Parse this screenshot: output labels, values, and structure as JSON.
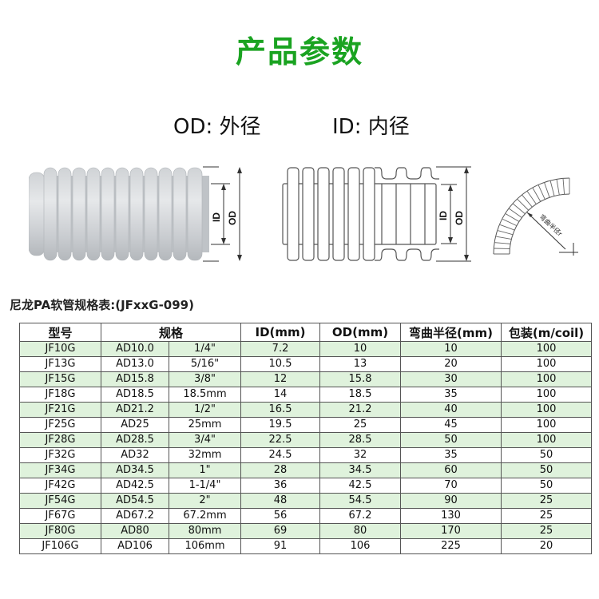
{
  "header": {
    "title": "产品参数",
    "title_color": "#1aa321",
    "od_legend": "OD: 外径",
    "id_legend": "ID: 内径"
  },
  "figures": {
    "solid_pipe": {
      "id_label": "ID",
      "od_label": "OD"
    },
    "section_pipe": {
      "id_label": "ID",
      "od_label": "OD"
    },
    "bend_pipe": {
      "radius_label": "弯曲半径r"
    }
  },
  "table": {
    "caption": "尼龙PA软管规格表:(JFxxG-099)",
    "shade_color": "#dff2dc",
    "headers": {
      "model": "型号",
      "spec": "规格",
      "id": "ID(mm)",
      "od": "OD(mm)",
      "bend_radius": "弯曲半径(mm)",
      "package": "包装(m/coil)"
    },
    "rows": [
      {
        "model": "JF10G",
        "ad": "AD10.0",
        "size": "1/4\"",
        "id": "7.2",
        "od": "10",
        "bend": "10",
        "pack": "100"
      },
      {
        "model": "JF13G",
        "ad": "AD13.0",
        "size": "5/16\"",
        "id": "10.5",
        "od": "13",
        "bend": "20",
        "pack": "100"
      },
      {
        "model": "JF15G",
        "ad": "AD15.8",
        "size": "3/8\"",
        "id": "12",
        "od": "15.8",
        "bend": "30",
        "pack": "100"
      },
      {
        "model": "JF18G",
        "ad": "AD18.5",
        "size": "18.5mm",
        "id": "14",
        "od": "18.5",
        "bend": "35",
        "pack": "100"
      },
      {
        "model": "JF21G",
        "ad": "AD21.2",
        "size": "1/2\"",
        "id": "16.5",
        "od": "21.2",
        "bend": "40",
        "pack": "100"
      },
      {
        "model": "JF25G",
        "ad": "AD25",
        "size": "25mm",
        "id": "19.5",
        "od": "25",
        "bend": "45",
        "pack": "100"
      },
      {
        "model": "JF28G",
        "ad": "AD28.5",
        "size": "3/4\"",
        "id": "22.5",
        "od": "28.5",
        "bend": "50",
        "pack": "100"
      },
      {
        "model": "JF32G",
        "ad": "AD32",
        "size": "32mm",
        "id": "24.5",
        "od": "32",
        "bend": "35",
        "pack": "50"
      },
      {
        "model": "JF34G",
        "ad": "AD34.5",
        "size": "1\"",
        "id": "28",
        "od": "34.5",
        "bend": "60",
        "pack": "50"
      },
      {
        "model": "JF42G",
        "ad": "AD42.5",
        "size": "1-1/4\"",
        "id": "36",
        "od": "42.5",
        "bend": "70",
        "pack": "50"
      },
      {
        "model": "JF54G",
        "ad": "AD54.5",
        "size": "2\"",
        "id": "48",
        "od": "54.5",
        "bend": "90",
        "pack": "25"
      },
      {
        "model": "JF67G",
        "ad": "AD67.2",
        "size": "67.2mm",
        "id": "56",
        "od": "67.2",
        "bend": "130",
        "pack": "25"
      },
      {
        "model": "JF80G",
        "ad": "AD80",
        "size": "80mm",
        "id": "69",
        "od": "80",
        "bend": "170",
        "pack": "25"
      },
      {
        "model": "JF106G",
        "ad": "AD106",
        "size": "106mm",
        "id": "91",
        "od": "106",
        "bend": "225",
        "pack": "20"
      }
    ]
  }
}
